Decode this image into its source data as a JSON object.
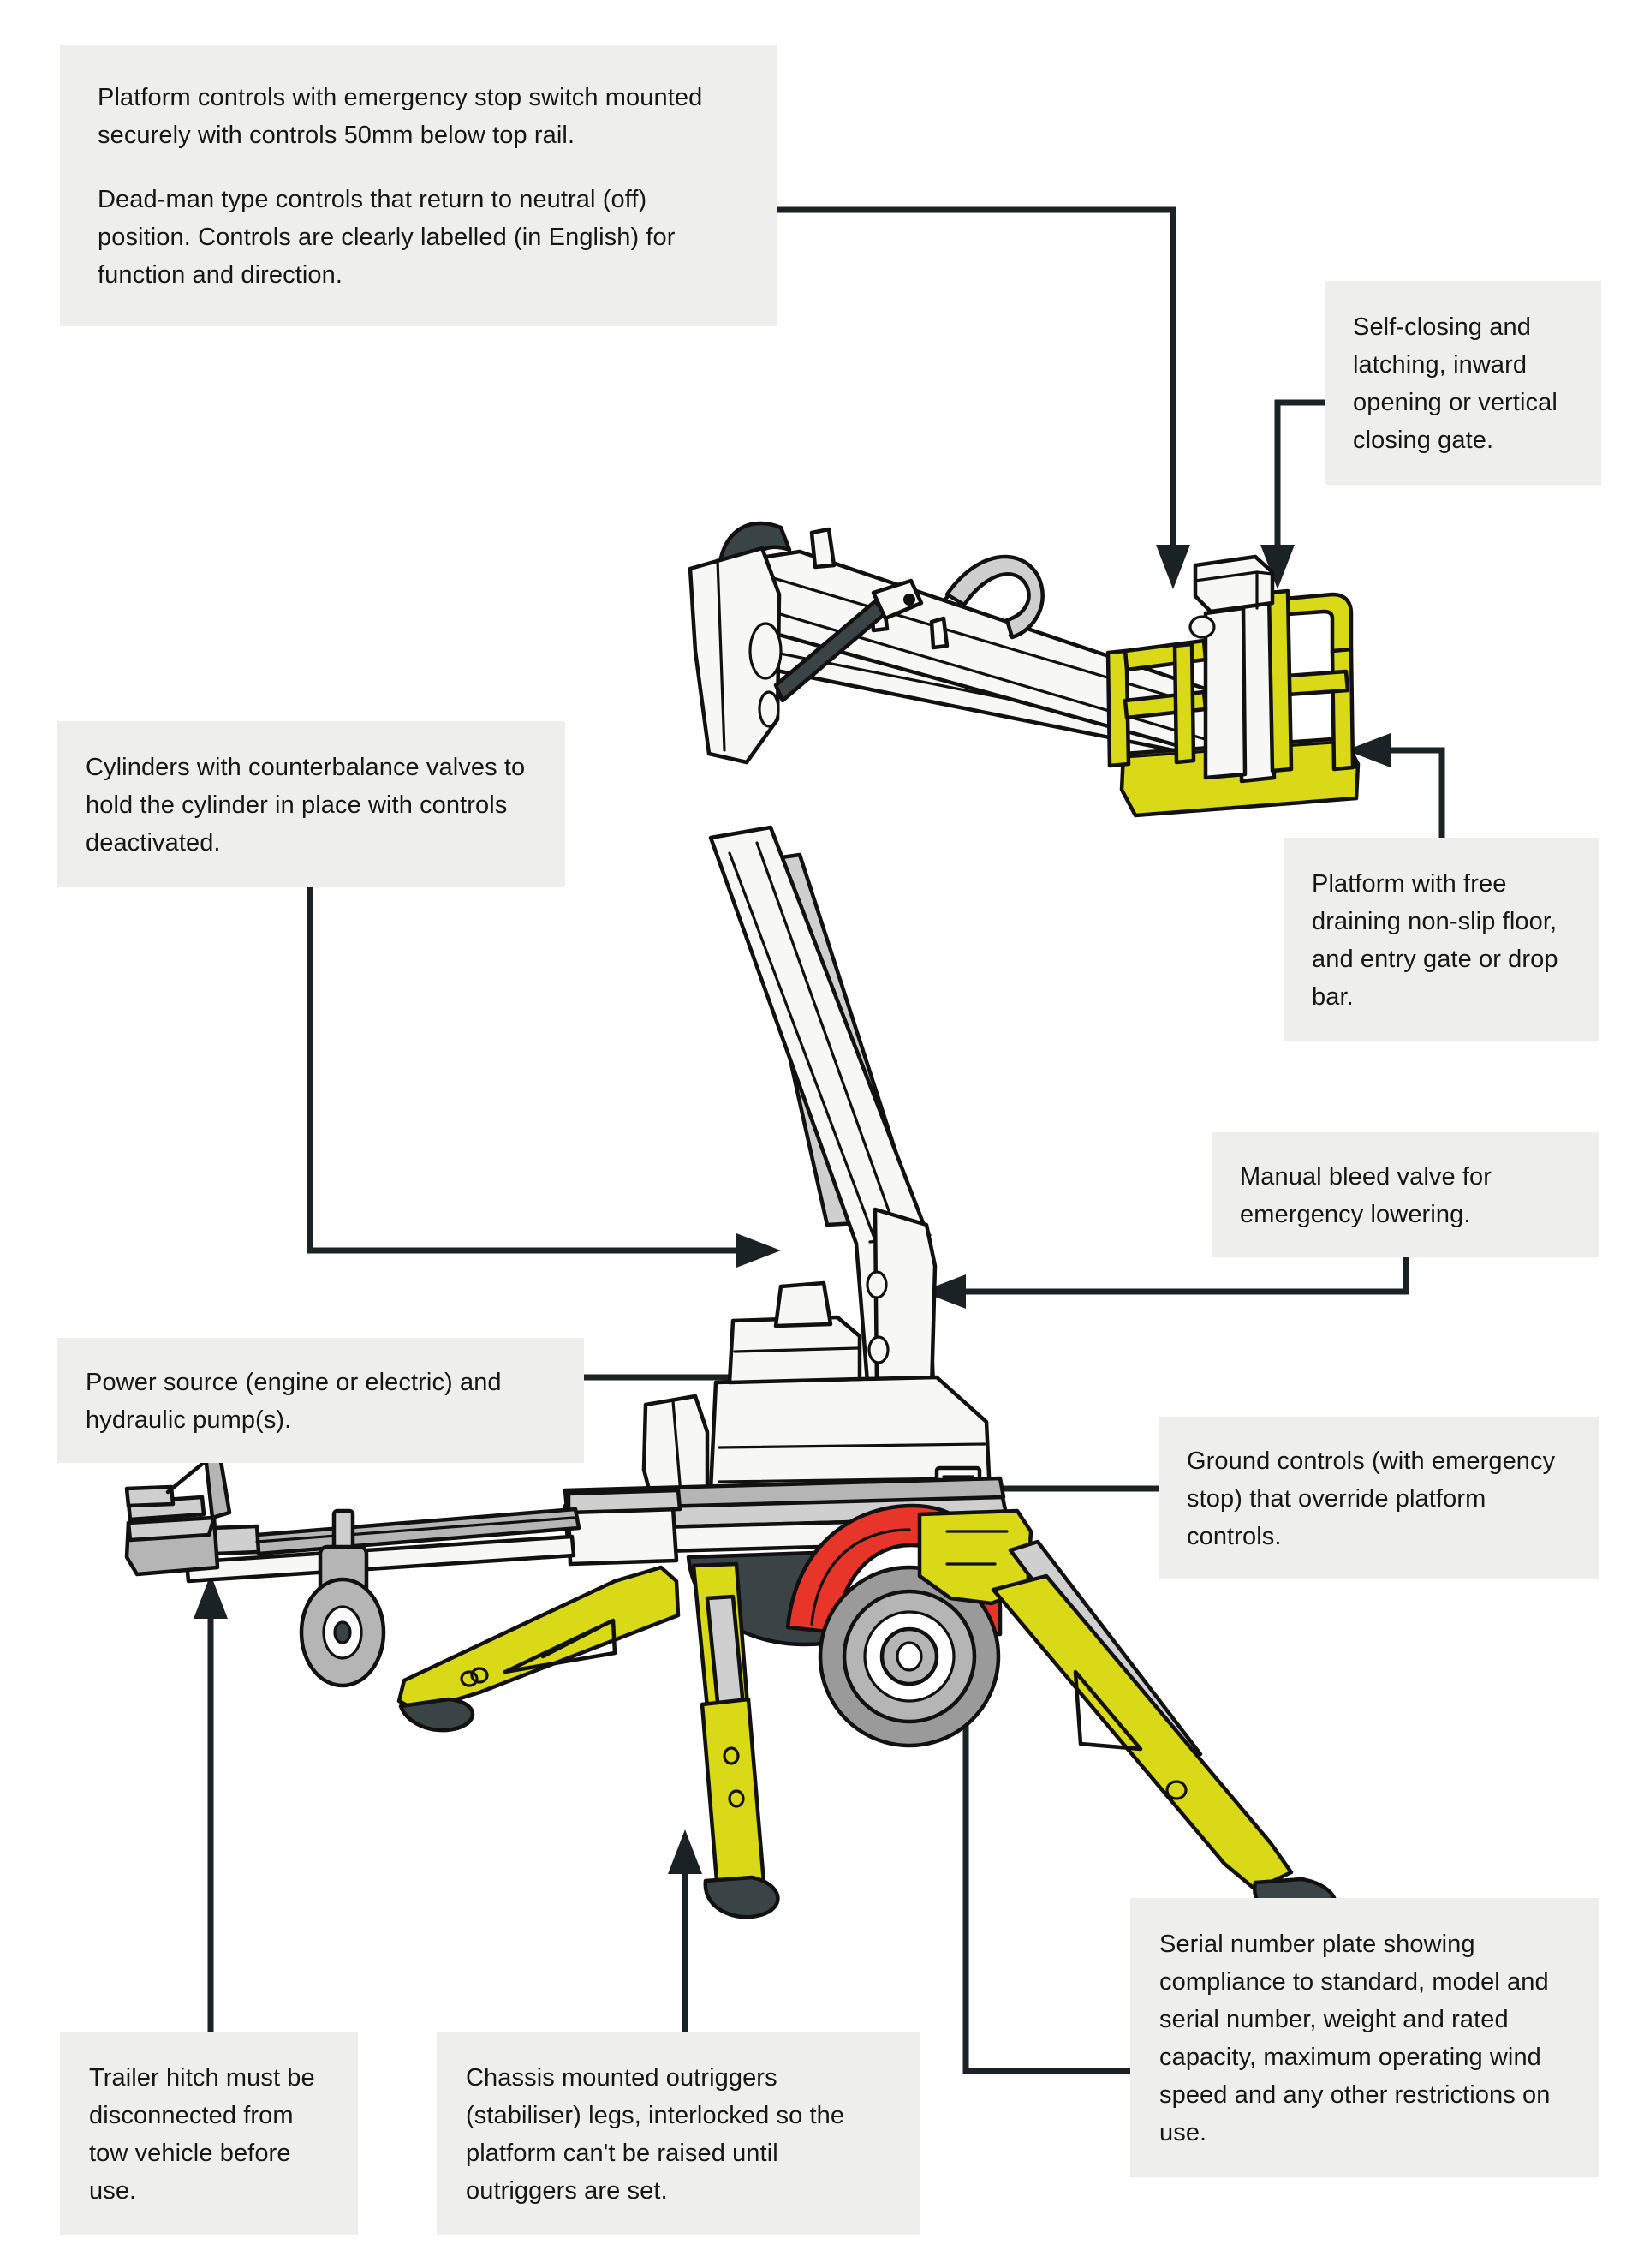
{
  "title": "Trailer mounted boom lift safety feature diagram",
  "colors": {
    "callout_background": "#eeeeec",
    "text": "#161616",
    "machine_yellow": "#d9d918",
    "machine_red": "#e8352a",
    "machine_grey": "#b5b5b5",
    "machine_dark": "#3a4446",
    "outline": "#111111",
    "arrow": "#1b2226",
    "body_white": "#f7f7f5"
  },
  "callouts": [
    {
      "id": "platform-controls",
      "paragraphs": [
        "Platform controls with emergency stop switch mounted securely with controls 50mm below top rail.",
        "Dead-man type controls that return to neutral (off) position. Controls are clearly labelled (in English) for function and direction."
      ]
    },
    {
      "id": "gate",
      "paragraphs": [
        "Self-closing and latching, inward opening or vertical closing gate."
      ]
    },
    {
      "id": "cylinders",
      "paragraphs": [
        "Cylinders with counterbalance valves to hold the cylinder in place with controls deactivated."
      ]
    },
    {
      "id": "platform-floor",
      "paragraphs": [
        "Platform with free draining non-slip floor, and entry gate or drop bar."
      ]
    },
    {
      "id": "bleed-valve",
      "paragraphs": [
        "Manual bleed valve for emergency lowering."
      ]
    },
    {
      "id": "power-source",
      "paragraphs": [
        "Power source (engine or electric) and hydraulic pump(s)."
      ]
    },
    {
      "id": "ground-controls",
      "paragraphs": [
        "Ground controls (with emergency stop) that override platform controls."
      ]
    },
    {
      "id": "serial-plate",
      "paragraphs": [
        "Serial number plate showing compliance to standard, model and serial number, weight and rated capacity, maximum operating wind speed and any other restrictions on use."
      ]
    },
    {
      "id": "trailer-hitch",
      "paragraphs": [
        "Trailer hitch must be disconnected from tow vehicle before use."
      ]
    },
    {
      "id": "outriggers",
      "paragraphs": [
        "Chassis mounted outriggers (stabiliser) legs, interlocked so the platform can't be raised until outriggers are set."
      ]
    }
  ],
  "machine_parts": [
    "upper-boom",
    "lower-boom-riser",
    "turret",
    "platform-basket",
    "platform-guardrail",
    "platform-control-box",
    "lift-cylinder",
    "chassis-frame",
    "road-wheel",
    "red-mudguard",
    "trailer-drawbar",
    "trailer-hitch-coupling",
    "jockey-wheel",
    "front-left-outrigger",
    "front-right-outrigger",
    "rear-outrigger",
    "outrigger-foot-pad",
    "ground-control-panel",
    "serial-number-plate"
  ]
}
